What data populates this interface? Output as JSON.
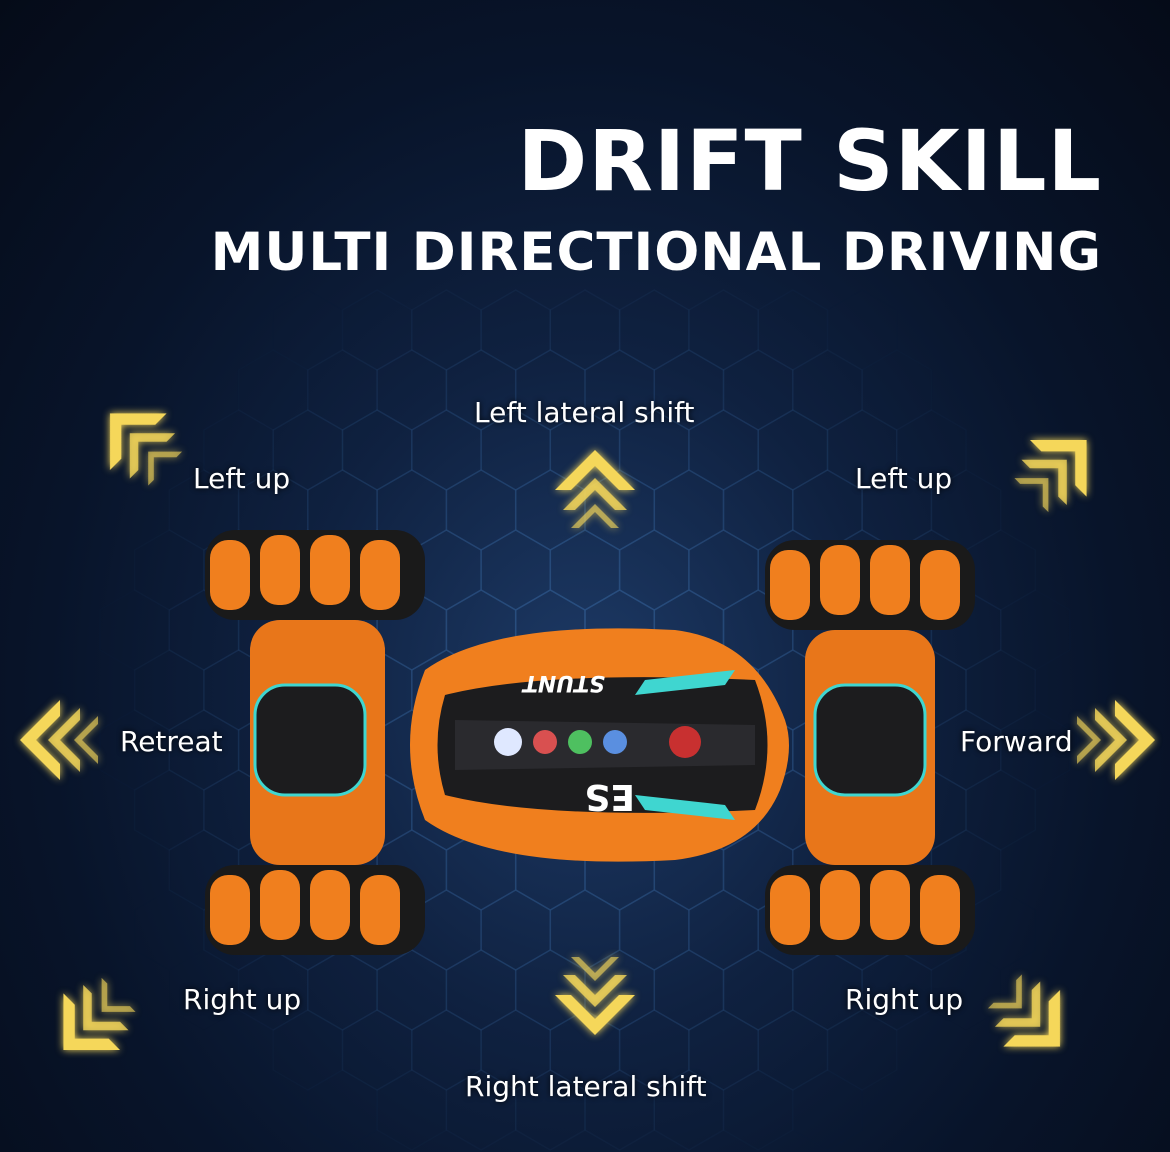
{
  "header": {
    "title": "DRIFT SKILL",
    "subtitle": "MULTI DIRECTIONAL DRIVING"
  },
  "directions": {
    "top": "Left lateral shift",
    "bottom": "Right lateral shift",
    "top_left": "Left up",
    "top_right": "Left up",
    "left": "Retreat",
    "right": "Forward",
    "bottom_left": "Right up",
    "bottom_right": "Right up"
  },
  "car": {
    "decal_top": "STUNT",
    "decal_bottom": "ES"
  },
  "colors": {
    "background": "#0f2140",
    "arrow": "#f5d75a",
    "car_body": "#f07f1e",
    "accent": "#3fd6d0"
  }
}
